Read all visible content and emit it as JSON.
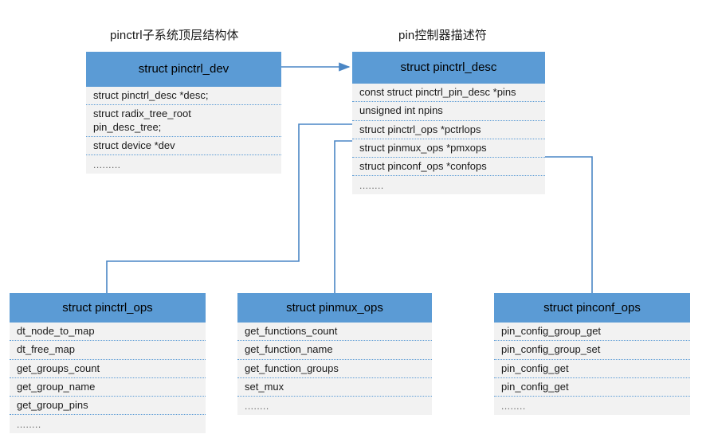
{
  "diagram": {
    "title_left": "pinctrl子系统顶层结构体",
    "title_right": "pin控制器描述符",
    "accent_color": "#5B9BD5",
    "row_bg_color": "#f2f2f2",
    "line_color": "#4A86C5"
  },
  "boxes": {
    "pinctrl_dev": {
      "header": "struct pinctrl_dev",
      "rows": [
        "struct pinctrl_desc *desc;",
        "struct radix_tree_root\npin_desc_tree;",
        "struct device *dev",
        "........."
      ]
    },
    "pinctrl_desc": {
      "header": "struct pinctrl_desc",
      "rows": [
        "const struct pinctrl_pin_desc *pins",
        "unsigned int npins",
        "struct pinctrl_ops *pctrlops",
        "struct pinmux_ops *pmxops",
        "struct pinconf_ops *confops",
        "........"
      ]
    },
    "pinctrl_ops": {
      "header": "struct pinctrl_ops",
      "rows": [
        "dt_node_to_map",
        "dt_free_map",
        "get_groups_count",
        "get_group_name",
        "get_group_pins",
        "........"
      ]
    },
    "pinmux_ops": {
      "header": "struct pinmux_ops",
      "rows": [
        "get_functions_count",
        "get_function_name",
        "get_function_groups",
        "set_mux",
        "........"
      ]
    },
    "pinconf_ops": {
      "header": "struct pinconf_ops",
      "rows": [
        "pin_config_group_get",
        "pin_config_group_set",
        "pin_config_get",
        "pin_config_get",
        "........"
      ]
    }
  }
}
